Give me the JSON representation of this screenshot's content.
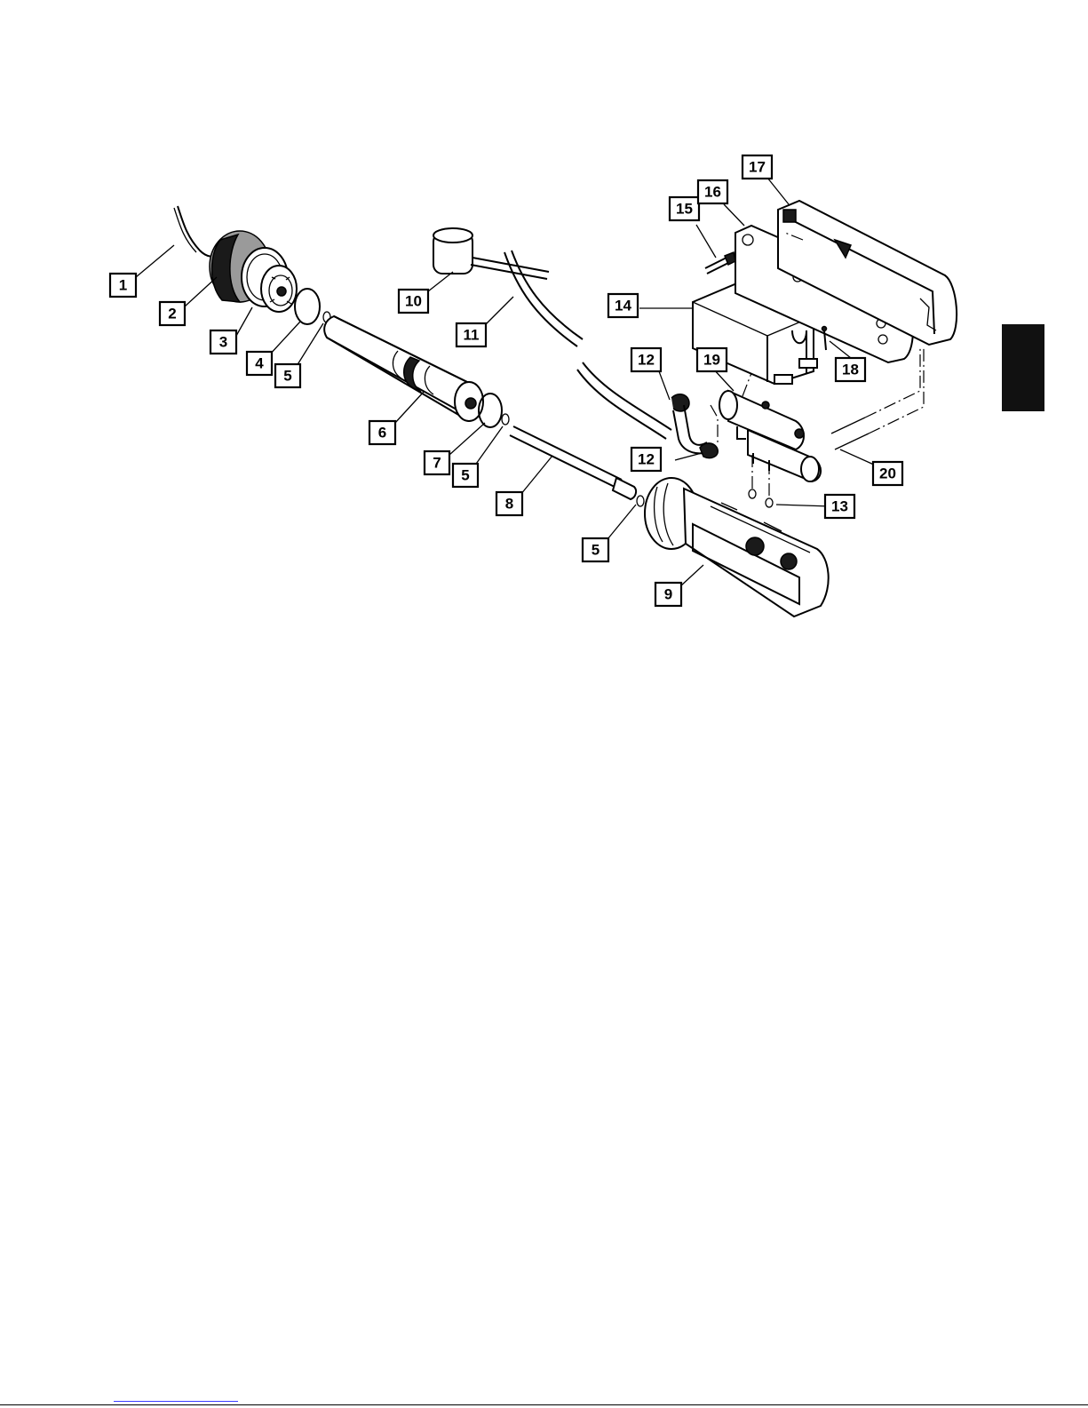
{
  "callouts": [
    {
      "id": "1",
      "label": "1"
    },
    {
      "id": "2",
      "label": "2"
    },
    {
      "id": "3",
      "label": "3"
    },
    {
      "id": "4",
      "label": "4"
    },
    {
      "id": "5a",
      "label": "5"
    },
    {
      "id": "6",
      "label": "6"
    },
    {
      "id": "7",
      "label": "7"
    },
    {
      "id": "5b",
      "label": "5"
    },
    {
      "id": "8",
      "label": "8"
    },
    {
      "id": "5c",
      "label": "5"
    },
    {
      "id": "9",
      "label": "9"
    },
    {
      "id": "10",
      "label": "10"
    },
    {
      "id": "11",
      "label": "11"
    },
    {
      "id": "12a",
      "label": "12"
    },
    {
      "id": "12b",
      "label": "12"
    },
    {
      "id": "13",
      "label": "13"
    },
    {
      "id": "14",
      "label": "14"
    },
    {
      "id": "15",
      "label": "15"
    },
    {
      "id": "16",
      "label": "16"
    },
    {
      "id": "17",
      "label": "17"
    },
    {
      "id": "18",
      "label": "18"
    },
    {
      "id": "19",
      "label": "19"
    },
    {
      "id": "20",
      "label": "20"
    }
  ],
  "colors": {
    "ink": "#000000",
    "paper": "#ffffff",
    "section_tab": "#111111",
    "footer_link": "#3a3aff"
  }
}
